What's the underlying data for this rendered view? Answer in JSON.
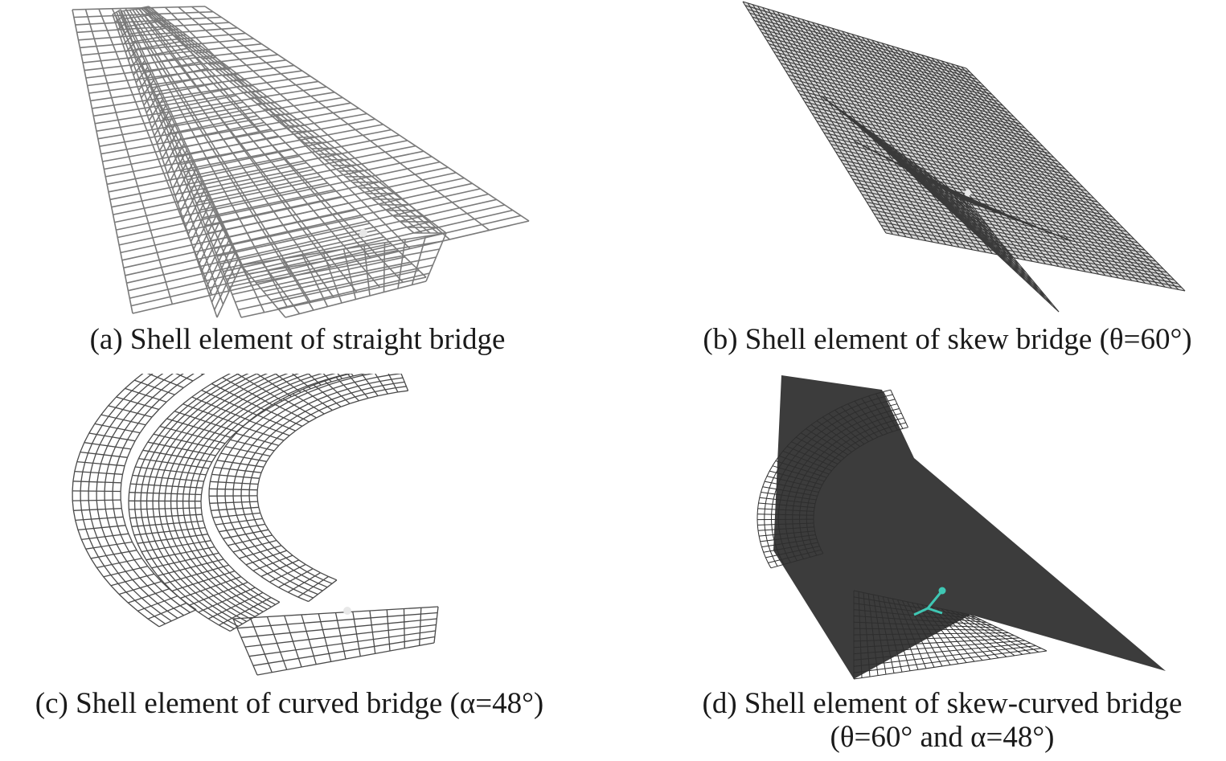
{
  "figure": {
    "panels": [
      {
        "id": "a",
        "caption": "(a) Shell element of straight bridge"
      },
      {
        "id": "b",
        "caption": "(b) Shell element of skew bridge (θ=60°)"
      },
      {
        "id": "c",
        "caption": "(c) Shell element of curved bridge (α=48°)"
      },
      {
        "id": "d",
        "caption_line1": "(d) Shell element of skew-curved bridge",
        "caption_line2": "(θ=60° and α=48°)"
      }
    ],
    "colors": {
      "mesh_light": "#7a7a7a",
      "mesh_dark": "#3a3a3a",
      "axis_marker": "#3fc7b4",
      "caption_text": "#1a1a1a"
    }
  }
}
